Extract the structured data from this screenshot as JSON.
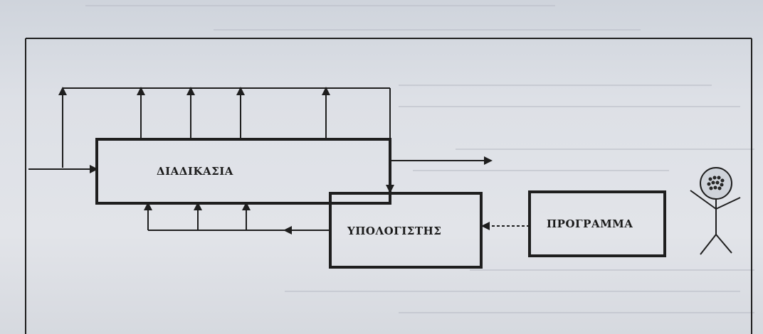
{
  "diagram": {
    "boxes": {
      "process": {
        "label": "ΔΙΑΔΙΚΑΣΙΑ"
      },
      "computer": {
        "label": "ΥΠΟΛΟΓΙΣΤΗΣ"
      },
      "program": {
        "label": "ΠΡΟΓΡΑΜΜΑ"
      }
    },
    "actor": {
      "icon": "stick-figure-icon"
    },
    "colors": {
      "ink": "#1e1e1e",
      "background": "#dcdfe5"
    }
  }
}
